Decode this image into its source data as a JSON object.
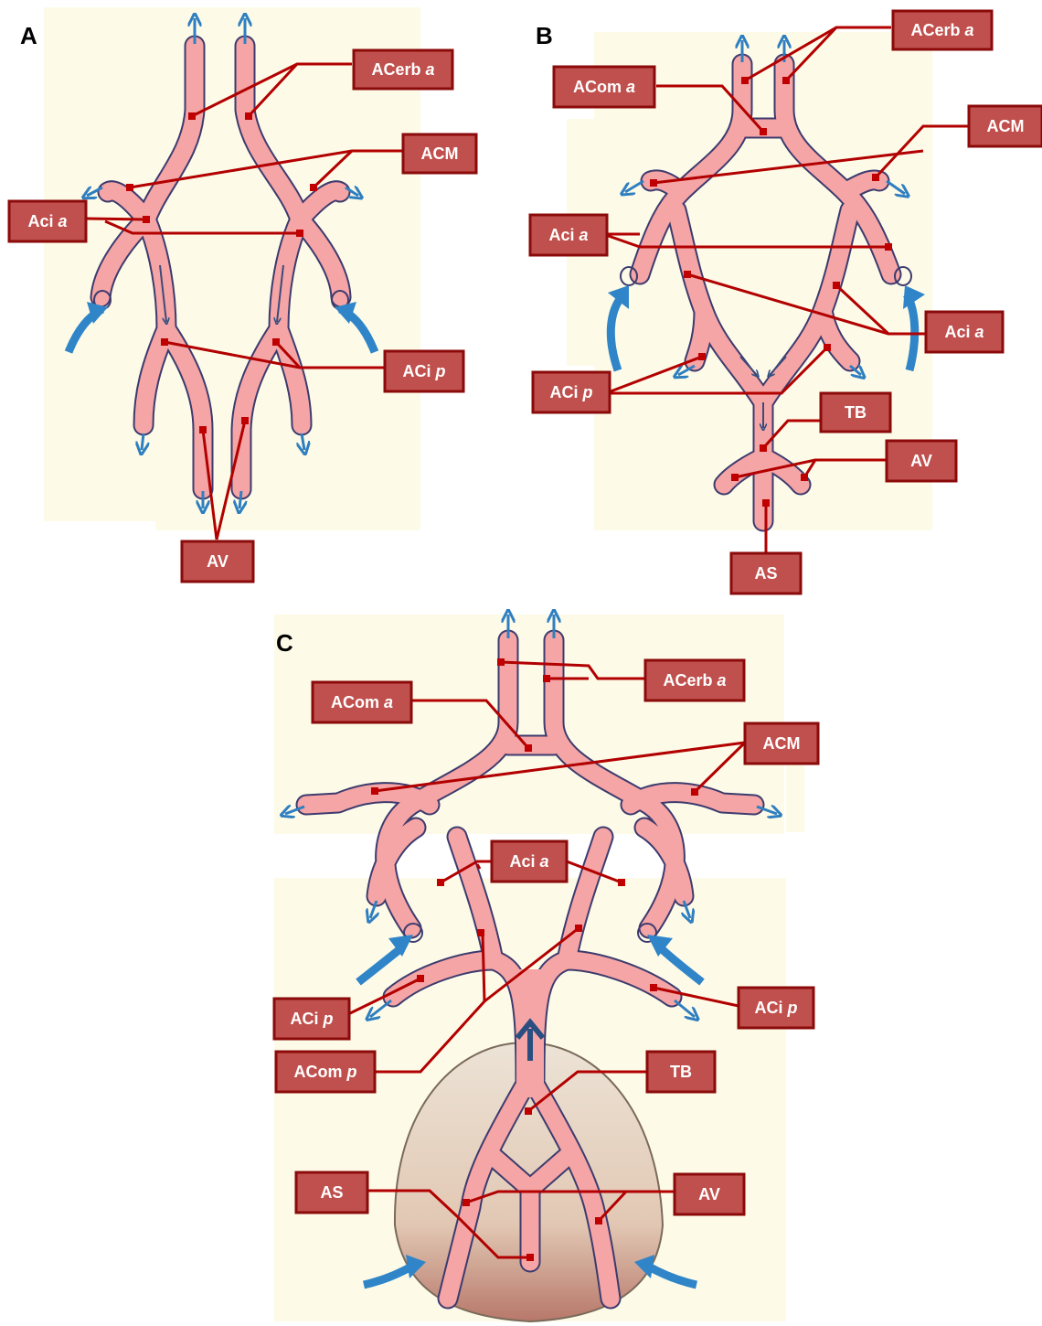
{
  "panels": [
    {
      "letter": "A"
    },
    {
      "letter": "B"
    },
    {
      "letter": "C"
    }
  ],
  "labels": {
    "a_acerb": {
      "main": "ACerb",
      "suffix": "a"
    },
    "a_acm": {
      "main": "ACM",
      "suffix": ""
    },
    "a_acia": {
      "main": "Aci",
      "suffix": "a"
    },
    "a_acip": {
      "main": "ACi",
      "suffix": "p"
    },
    "a_av": {
      "main": "AV",
      "suffix": ""
    },
    "b_acerb": {
      "main": "ACerb",
      "suffix": "a"
    },
    "b_acom": {
      "main": "ACom",
      "suffix": "a"
    },
    "b_acm": {
      "main": "ACM",
      "suffix": ""
    },
    "b_acia1": {
      "main": "Aci",
      "suffix": "a"
    },
    "b_acia2": {
      "main": "Aci",
      "suffix": "a"
    },
    "b_acip": {
      "main": "ACi",
      "suffix": "p"
    },
    "b_tb": {
      "main": "TB",
      "suffix": ""
    },
    "b_av": {
      "main": "AV",
      "suffix": ""
    },
    "b_as": {
      "main": "AS",
      "suffix": ""
    },
    "c_acerb": {
      "main": "ACerb",
      "suffix": "a"
    },
    "c_acom": {
      "main": "ACom",
      "suffix": "a"
    },
    "c_acm": {
      "main": "ACM",
      "suffix": ""
    },
    "c_acia": {
      "main": "Aci",
      "suffix": "a"
    },
    "c_acip1": {
      "main": "ACi",
      "suffix": "p"
    },
    "c_acip2": {
      "main": "ACi",
      "suffix": "p"
    },
    "c_acomp": {
      "main": "ACom",
      "suffix": "p"
    },
    "c_tb": {
      "main": "TB",
      "suffix": ""
    },
    "c_as": {
      "main": "AS",
      "suffix": ""
    },
    "c_av": {
      "main": "AV",
      "suffix": ""
    }
  },
  "colors": {
    "artery_fill": "#f5a5a5",
    "artery_outline": "#3d3b6e",
    "label_box": "#c0504d",
    "leader_line": "#b20000",
    "flow_arrow": "#2f85c8",
    "panel_background": "#fdfbe8"
  }
}
